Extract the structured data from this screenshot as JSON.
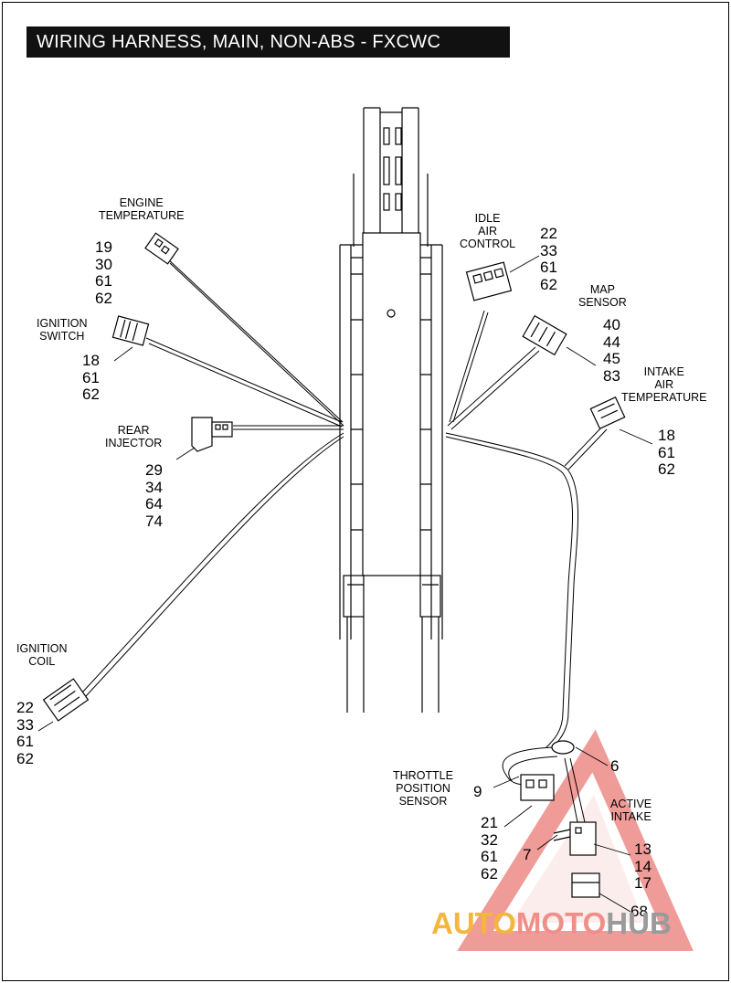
{
  "title": "WIRING HARNESS, MAIN, NON-ABS - FXCWC",
  "components": {
    "engine_temperature": {
      "label": [
        "ENGINE",
        "TEMPERATURE"
      ],
      "parts": [
        "19",
        "30",
        "61",
        "62"
      ]
    },
    "ignition_switch": {
      "label": [
        "IGNITION",
        "SWITCH"
      ],
      "parts": [
        "18",
        "61",
        "62"
      ]
    },
    "rear_injector": {
      "label": [
        "REAR",
        "INJECTOR"
      ],
      "parts": [
        "29",
        "34",
        "64",
        "74"
      ]
    },
    "ignition_coil": {
      "label": [
        "IGNITION",
        "COIL"
      ],
      "parts": [
        "22",
        "33",
        "61",
        "62"
      ]
    },
    "idle_air_control": {
      "label": [
        "IDLE",
        "AIR",
        "CONTROL"
      ],
      "parts": [
        "22",
        "33",
        "61",
        "62"
      ]
    },
    "map_sensor": {
      "label": [
        "MAP",
        "SENSOR"
      ],
      "parts": [
        "40",
        "44",
        "45",
        "83"
      ]
    },
    "intake_air_temperature": {
      "label": [
        "INTAKE",
        "AIR",
        "TEMPERATURE"
      ],
      "parts": [
        "18",
        "61",
        "62"
      ]
    },
    "throttle_position_sensor": {
      "label": [
        "THROTTLE",
        "POSITION",
        "SENSOR"
      ],
      "parts": [
        "21",
        "32",
        "61",
        "62"
      ],
      "callout": "9"
    },
    "active_intake": {
      "label": [
        "ACTIVE",
        "INTAKE"
      ],
      "parts": [
        "13",
        "14",
        "17"
      ],
      "callout": "7"
    },
    "clip": {
      "callout": "6"
    },
    "lower_connector": {
      "callout": "68"
    }
  },
  "watermark": {
    "part1": "AUTO",
    "part2": "MOTO",
    "part3": "HUB"
  },
  "colors": {
    "watermark_orange": "#f5b63c",
    "watermark_red": "#e24a45",
    "watermark_gray": "#9a9a9a"
  }
}
